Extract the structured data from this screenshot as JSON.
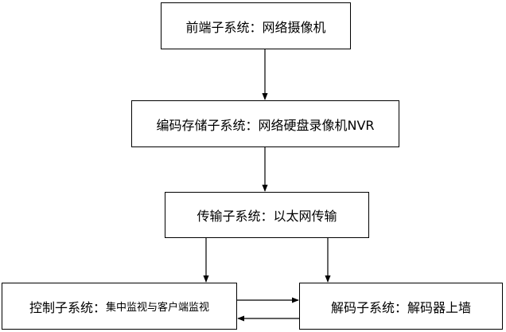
{
  "diagram": {
    "front_end": {
      "label": "前端子系统：网络摄像机"
    },
    "storage": {
      "label": "编码存储子系统：网络硬盘录像机NVR"
    },
    "transmission": {
      "label": "传输子系统：以太网传输"
    },
    "control": {
      "label_main": "控制子系统：",
      "label_detail": "集中监视与客户端监视"
    },
    "decoder": {
      "label": "解码子系统：解码器上墙"
    }
  }
}
